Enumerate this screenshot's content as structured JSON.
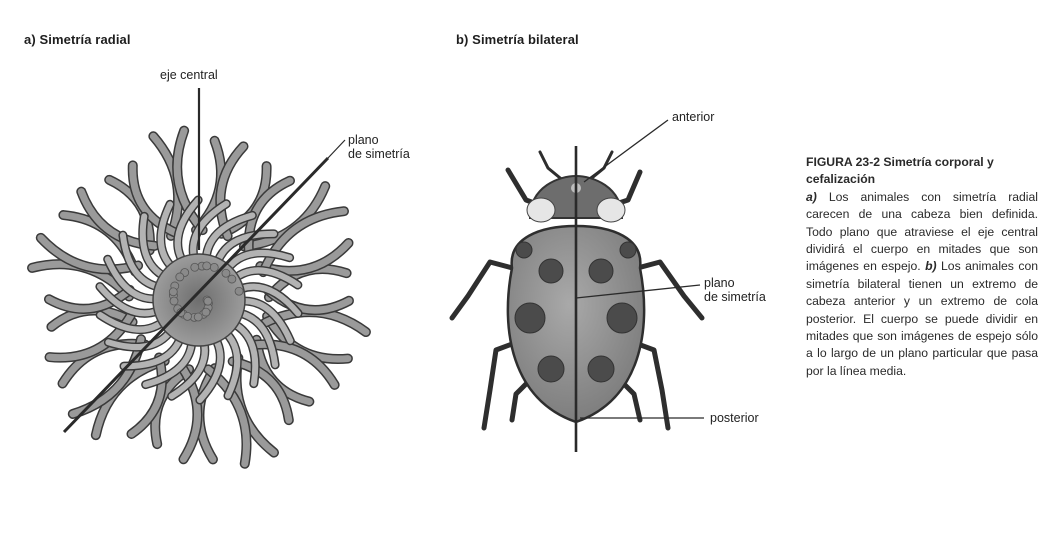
{
  "panel_a": {
    "label": "a)  Simetría radial",
    "callout_axis": "eje central",
    "callout_plane_1": "plano",
    "callout_plane_2": "de simetría"
  },
  "panel_b": {
    "label": "b)  Simetría bilateral",
    "callout_anterior": "anterior",
    "callout_plane_1": "plano",
    "callout_plane_2": "de simetría",
    "callout_posterior": "posterior"
  },
  "caption": {
    "title": "FIGURA 23-2 Simetría corporal y cefalización",
    "marker_a": "a)",
    "text_a": " Los animales con simetría radial carecen de una cabeza bien definida. Todo plano que atraviese el eje central dividirá el cuerpo en mitades que son imágenes en espejo. ",
    "marker_b": "b)",
    "text_b": " Los animales con simetría bilateral tienen un extremo de cabeza anterior y un extremo de cola posterior. El cuerpo se puede dividir en mitades que son imágenes de espejo sólo a lo largo de un plano particular que pasa por la línea media."
  },
  "colors": {
    "anemone_fill": "#9a9a9a",
    "anemone_stroke": "#3a3a3a",
    "beetle_shell": "#8c8c8c",
    "beetle_spots": "#4a4a4a",
    "lines": "#2a2a2a"
  }
}
